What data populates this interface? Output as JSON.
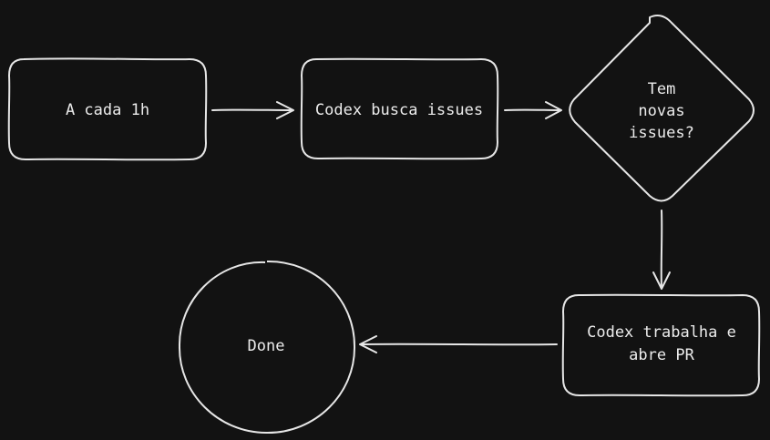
{
  "nodes": {
    "start": {
      "label": "A cada 1h"
    },
    "fetch": {
      "label": "Codex busca issues"
    },
    "decision": {
      "lines": [
        "Tem",
        "novas",
        "issues?"
      ]
    },
    "work": {
      "lines": [
        "Codex trabalha e",
        "abre PR"
      ]
    },
    "done": {
      "label": "Done"
    }
  },
  "colors": {
    "background": "#121212",
    "stroke": "#e6e6e6",
    "text": "#ececec"
  }
}
